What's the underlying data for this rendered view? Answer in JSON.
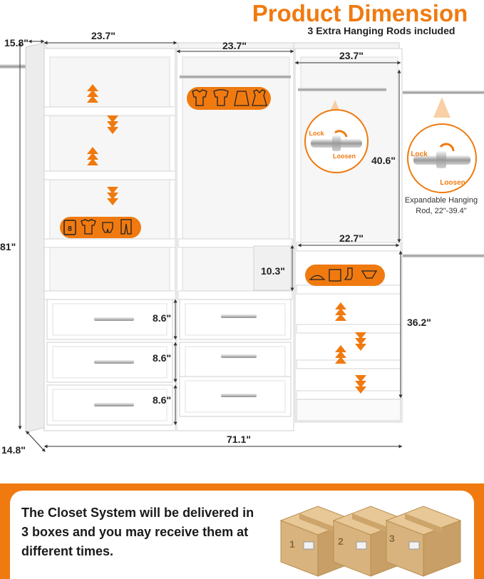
{
  "header": {
    "title": "Product Dimension",
    "subtitle": "3 Extra Hanging Rods included"
  },
  "dimensions": {
    "depth_top": "15.8\"",
    "width_section_1": "23.7\"",
    "width_section_2": "23.7\"",
    "width_section_3": "23.7\"",
    "total_height": "81\"",
    "hanging_height": "40.6\"",
    "inner_width": "22.7\"",
    "cubby_height": "10.3\"",
    "drawer_1": "8.6\"",
    "drawer_2": "8.6\"",
    "drawer_3": "8.6\"",
    "shelf_section_height": "36.2\"",
    "total_width": "71.1\"",
    "depth_bottom": "14.8\""
  },
  "rod_callout": {
    "lock_label": "Lock",
    "loosen_label": "Loosen",
    "caption": "Expandable Hanging Rod, 22\"-39.4\""
  },
  "badges": {
    "badge_number": "8"
  },
  "boxes": {
    "box_1": "1",
    "box_2": "2",
    "box_3": "3"
  },
  "footer": {
    "delivery_note": "The Closet System will be delivered in 3 boxes and you may receive them at different times."
  },
  "colors": {
    "accent": "#f07a10",
    "cabinet": "#ffffff",
    "cabinet_shade": "#e9e9e9",
    "box": "#d8b37d"
  },
  "icons": [
    "arrow-up-icon",
    "arrow-down-icon",
    "clothes-icon",
    "lock-icon",
    "rod-icon",
    "box-icon"
  ]
}
